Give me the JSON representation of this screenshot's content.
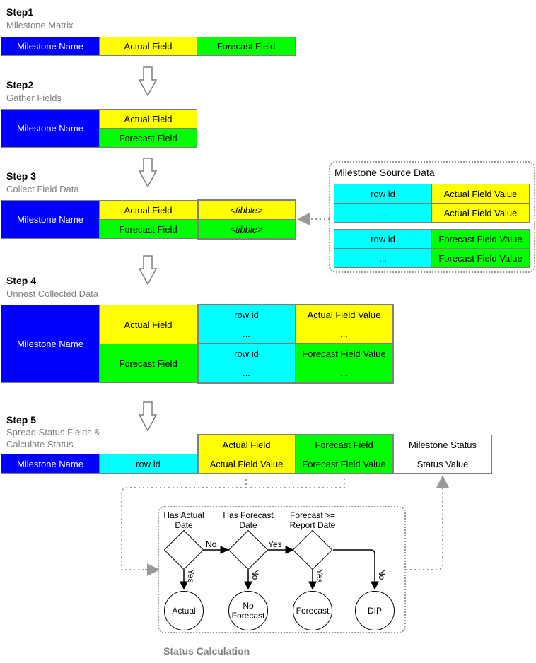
{
  "steps": [
    {
      "title": "Step1",
      "subtitle": "Milestone Matrix"
    },
    {
      "title": "Step2",
      "subtitle": "Gather Fields"
    },
    {
      "title": "Step 3",
      "subtitle": "Collect Field Data"
    },
    {
      "title": "Step 4",
      "subtitle": "Unnest Collected Data"
    },
    {
      "title": "Step 5",
      "subtitle_line1": "Spread Status Fields &",
      "subtitle_line2": "Calculate Status"
    }
  ],
  "labels": {
    "milestone_name": "Milestone Name",
    "actual_field": "Actual Field",
    "forecast_field": "Forecast Field",
    "tibble": "<tibble>",
    "row_id": "row id",
    "ellipsis": "...",
    "actual_field_value": "Actual Field Value",
    "forecast_field_value": "Forecast Field Value",
    "milestone_status": "Milestone Status",
    "status_value": "Status Value"
  },
  "source_panel": {
    "title": "Milestone Source Data"
  },
  "status_calc": {
    "caption": "Status Calculation",
    "q1_line1": "Has Actual",
    "q1_line2": "Date",
    "q2_line1": "Has Forecast",
    "q2_line2": "Date",
    "q3_line1": "Forecast >=",
    "q3_line2": "Report Date",
    "yes": "Yes",
    "no": "No",
    "out_actual": "Actual",
    "out_noforecast_line1": "No",
    "out_noforecast_line2": "Forecast",
    "out_forecast": "Forecast",
    "out_dip": "DIP"
  },
  "colors": {
    "blue": "#0000ff",
    "yellow": "#ffff00",
    "green": "#00ff00",
    "cyan": "#00ffff",
    "border": "#7f7f7f",
    "dotted": "#9a9a9a"
  }
}
